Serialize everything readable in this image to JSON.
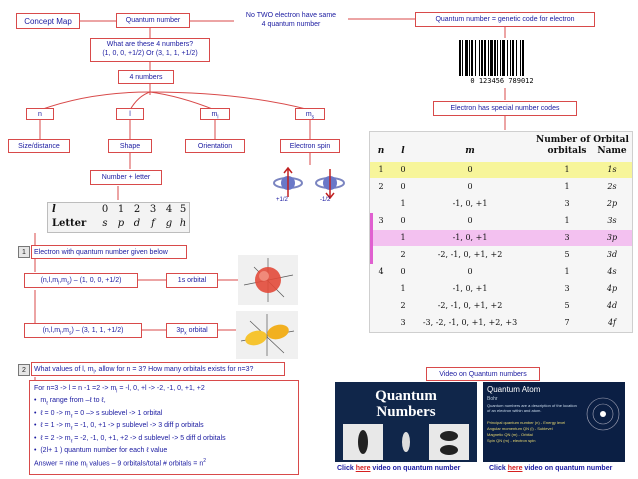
{
  "nodes": {
    "concept_map": "Concept Map",
    "quantum_number": "Quantum number",
    "no_two_line1": "No TWO electron have same",
    "no_two_line2": "4 quantum number",
    "genetic_code": "Quantum number = genetic code for electron",
    "what_line1": "What are these 4 numbers?",
    "what_line2": "(1, 0, 0, +1/2) Or (3, 1, 1, +1/2)",
    "four_numbers": "4 numbers",
    "n": "n",
    "l": "l",
    "ml": "m",
    "ml_sub": "l",
    "ms": "m",
    "ms_sub": "s",
    "size": "Size/distance",
    "shape": "Shape",
    "orientation": "Orientation",
    "spin": "Electron spin",
    "special_codes": "Electron has special number codes",
    "number_letter": "Number + letter",
    "spin_up": "+1/2",
    "spin_down": "-1/2",
    "barcode_digits": "0 123456 789012"
  },
  "letter_table": {
    "l_label": "l",
    "letter_label": "Letter",
    "numbers": [
      "0",
      "1",
      "2",
      "3",
      "4",
      "5"
    ],
    "letters": [
      "s",
      "p",
      "d",
      "f",
      "g",
      "h"
    ]
  },
  "section1": {
    "badge": "1",
    "title": "Electron with quantum number given below",
    "q1": "(n,l,m",
    "q1_rest": ") – (1, 0, 0, +1/2)",
    "orb1": "1s orbital",
    "q2": "(n,l,m",
    "q2_rest": ") – (3, 1, 1, +1/2)",
    "orb2": "3p",
    "orb2_sub": "x",
    "orb2_rest": " orbital"
  },
  "section2": {
    "badge": "2",
    "title": "What values of l, m",
    "title_rest": ", allow for n = 3? How many orbitals exists for n=3?"
  },
  "orbital_table": {
    "headers": [
      "n",
      "l",
      "m",
      "Number of Orbital",
      "orbitals",
      "Name"
    ],
    "rows": [
      {
        "n": "1",
        "l": "0",
        "ml": "0",
        "num": "1",
        "name": "1s"
      },
      {
        "n": "2",
        "l": "0",
        "ml": "0",
        "num": "1",
        "name": "2s"
      },
      {
        "n": "",
        "l": "1",
        "ml": "-1, 0, +1",
        "num": "3",
        "name": "2p"
      },
      {
        "n": "3",
        "l": "0",
        "ml": "0",
        "num": "1",
        "name": "3s"
      },
      {
        "n": "",
        "l": "1",
        "ml": "-1, 0, +1",
        "num": "3",
        "name": "3p"
      },
      {
        "n": "",
        "l": "2",
        "ml": "-2, -1, 0, +1, +2",
        "num": "5",
        "name": "3d"
      },
      {
        "n": "4",
        "l": "0",
        "ml": "0",
        "num": "1",
        "name": "4s"
      },
      {
        "n": "",
        "l": "1",
        "ml": "-1, 0, +1",
        "num": "3",
        "name": "4p"
      },
      {
        "n": "",
        "l": "2",
        "ml": "-2, -1, 0, +1, +2",
        "num": "5",
        "name": "4d"
      },
      {
        "n": "",
        "l": "3",
        "ml": "-3, -2, -1, 0, +1, +2, +3",
        "num": "7",
        "name": "4f"
      }
    ]
  },
  "answer": {
    "line1": "For n=3 -> l = n -1 =2 ->  m",
    "line1_rest": " = -l, 0, +l -> -2, -1, 0, +1, +2",
    "line2": "m",
    "line2_rest": " range from –ℓ to ℓ,",
    "line3": "ℓ = 0 -> m",
    "line3_rest": " =  0                      –> s sublevel -> 1 orbital",
    "line4": "ℓ = 1  -> m",
    "line4_rest": " = -1, 0, +1          -> p sublevel -> 3 diff p orbitals",
    "line5": "ℓ = 2 -> m",
    "line5_rest": " = -2, -1, 0, +1, +2 -> d sublevel -> 5 diff d orbitals",
    "line6": "(2l+ 1 ) quantum number for each ℓ value",
    "line7": "Answer = nine m",
    "line7_rest": " values – 9 orbitals/total # orbitals = n",
    "sub_l": "l",
    "sub_ell": "ℓ",
    "sup2": "2"
  },
  "videos": {
    "label": "Video on Quantum numbers",
    "v1_title1": "Quantum",
    "v1_title2": "Numbers",
    "v2_title": "Quantum Atom",
    "v2_sub": "Bohr",
    "v2_desc": "Quantum numbers are a description of the location of an electron within and atom.",
    "v2_b1": "Principal quantum number (n) - Energy level",
    "v2_b2": "Angular momentum QN (l) - Sublevel",
    "v2_b3": "Magnetic QN (m) - Orbital",
    "v2_b4": "Spin QN (m) - electron spin",
    "cap_pre": "Click ",
    "cap_link": "here",
    "cap_post": " video on quantum number"
  },
  "colors": {
    "box_border": "#d84a4a",
    "text_blue": "#1a1aa0",
    "highlight_yellow": "#f7f59a",
    "highlight_pink": "#f3c1f0"
  }
}
